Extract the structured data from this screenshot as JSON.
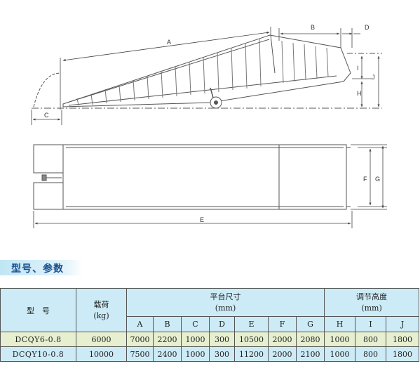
{
  "dimension_letters": {
    "A": "A",
    "B": "B",
    "C": "C",
    "D": "D",
    "E": "E",
    "F": "F",
    "G": "G",
    "H": "H",
    "I": "I",
    "J": "J"
  },
  "section_title": "型号、参数",
  "table": {
    "model_header": "型　号",
    "load_header": "载荷",
    "load_unit": "(kg)",
    "platform_header": "平台尺寸",
    "platform_unit": "(mm)",
    "height_header": "调节高度",
    "height_unit": "(mm)",
    "subcolumns": [
      "A",
      "B",
      "C",
      "D",
      "E",
      "F",
      "G",
      "H",
      "I",
      "J"
    ],
    "rows": [
      {
        "model": "DCQY6-0.8",
        "load": "6000",
        "values": [
          "7000",
          "2200",
          "1000",
          "300",
          "10500",
          "2000",
          "2080",
          "1000",
          "800",
          "1800"
        ]
      },
      {
        "model": "DCQY10-0.8",
        "load": "10000",
        "values": [
          "7500",
          "2400",
          "1000",
          "300",
          "11200",
          "2000",
          "2100",
          "1000",
          "800",
          "1800"
        ]
      }
    ]
  }
}
